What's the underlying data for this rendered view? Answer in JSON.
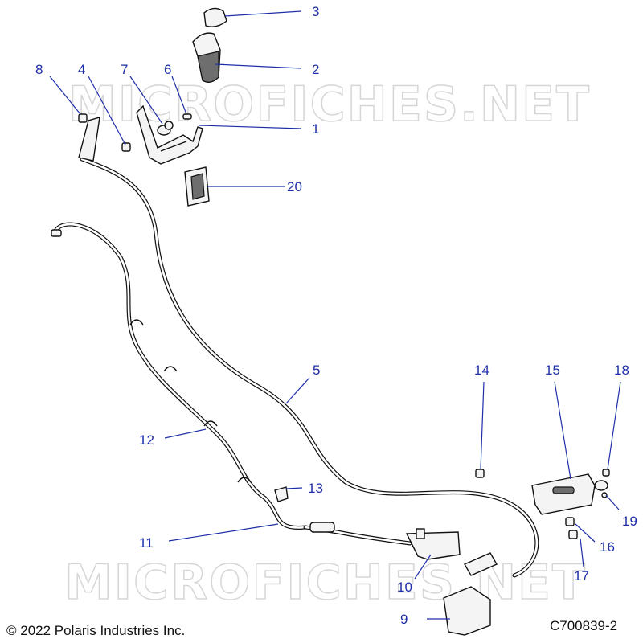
{
  "watermark": "MICROFICHES.NET",
  "copyright": "© 2022 Polaris Industries Inc.",
  "diagram_code": "C700839-2",
  "callouts": {
    "c1": "1",
    "c2": "2",
    "c3": "3",
    "c4": "4",
    "c5": "5",
    "c6": "6",
    "c7": "7",
    "c8": "8",
    "c9": "9",
    "c10": "10",
    "c11": "11",
    "c12": "12",
    "c13": "13",
    "c14": "14",
    "c15": "15",
    "c16": "16",
    "c17": "17",
    "c18": "18",
    "c19": "19",
    "c20": "20"
  },
  "colors": {
    "callout": "#1f2fa8",
    "watermark": "#d6d6d6",
    "line": "#111111"
  }
}
